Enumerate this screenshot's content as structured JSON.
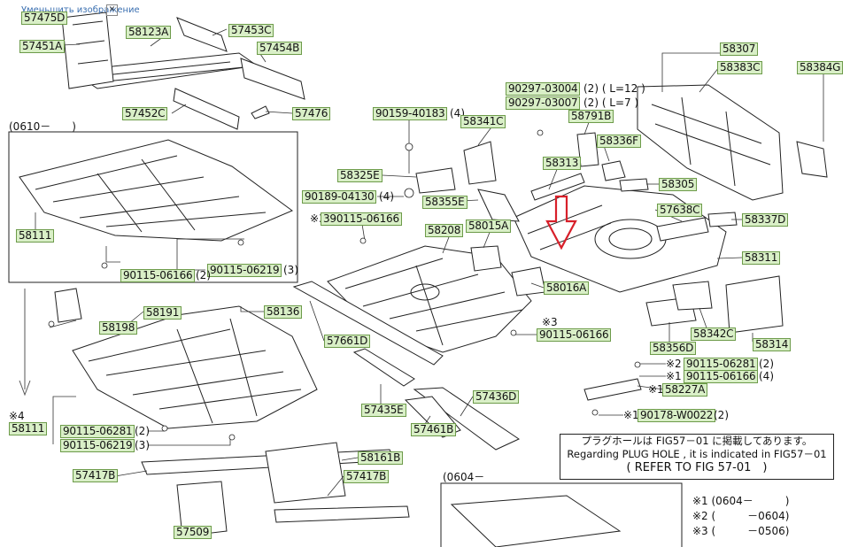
{
  "top_link": "Уменьшить изображение",
  "top_close_icon": "close-icon",
  "box1_title": "(0610－　　)",
  "box2_title": "(0604－　　",
  "labels": {
    "p57475D": "57475D",
    "p58123A": "58123A",
    "p57453C": "57453C",
    "p57451A": "57451A",
    "p57454B": "57454B",
    "p57452C": "57452C",
    "p57476": "57476",
    "p58307": "58307",
    "p58383C": "58383C",
    "p58384G": "58384G",
    "p90297_03004": "90297-03004",
    "p90297_03007": "90297-03007",
    "p90159_40183": "90159-40183",
    "p58341C": "58341C",
    "p58791B": "58791B",
    "p58336F": "58336F",
    "p58313": "58313",
    "p58305": "58305",
    "p58325E": "58325E",
    "p90189_04130": "90189-04130",
    "p58355E": "58355E",
    "p57638C": "57638C",
    "p58337D": "58337D",
    "p90115_06166_a": "390115-06166",
    "p58111_a": "58111",
    "p58208": "58208",
    "p58015A": "58015A",
    "p58311": "58311",
    "p90115_06219_a": "90115-06219",
    "p90115_06166_b": "90115-06166",
    "p58016A": "58016A",
    "p58191": "58191",
    "p58136": "58136",
    "p58198": "58198",
    "p57661D": "57661D",
    "p90115_06166_c": "90115-06166",
    "p58356D": "58356D",
    "p58342C": "58342C",
    "p58314": "58314",
    "p90115_06281_a": "90115-06281",
    "p90115_06166_d": "90115-06166",
    "p57435E": "57435E",
    "p58227A": "58227A",
    "p57436D": "57436D",
    "p58111_b": "58111",
    "p90115_06281_b": "90115-06281",
    "p57461B": "57461B",
    "p90178_W0022": "90178-W0022",
    "p90115_06219_b": "90115-06219",
    "p58161B": "58161B",
    "p57417B_a": "57417B",
    "p57417B_b": "57417B",
    "p57509": "57509"
  },
  "suffixes": {
    "s90297_03004": "(2)  ( L=12 )",
    "s90297_03007": "(2)  ( L=7 )",
    "s90159_40183": "(4)",
    "s90189_04130": "(4)",
    "s90115_06219_a": "(3)",
    "s90115_06166_b": "(2)",
    "s90115_06281_a": "(2)",
    "s90115_06166_d": "(4)",
    "s90115_06281_b": "(2)",
    "s90178_W0022": "(2)",
    "s90115_06219_b": "(3)",
    "m_a": "※3",
    "m_c": "※3",
    "m_281a": "※2",
    "m_166d": "※1",
    "m_227": "※1",
    "m_178": "※1",
    "m_58111": "※4"
  },
  "note": {
    "line1": "プラグホールは FIG57－01 に掲載してあります。",
    "line2": "Regarding  PLUG HOLE , it is indicated in  FIG57－01",
    "line3": "( REFER TO FIG 57-01　)"
  },
  "legend": {
    "l1": "※1  (0604－　　　)",
    "l2": "※2  (　　　－0604)",
    "l3": "※3  (　　　－0506)"
  },
  "colors": {
    "label_bg": "#d9efc7",
    "label_border": "#6d9b4a",
    "arrow_red": "#d8202a",
    "line": "#222222"
  }
}
